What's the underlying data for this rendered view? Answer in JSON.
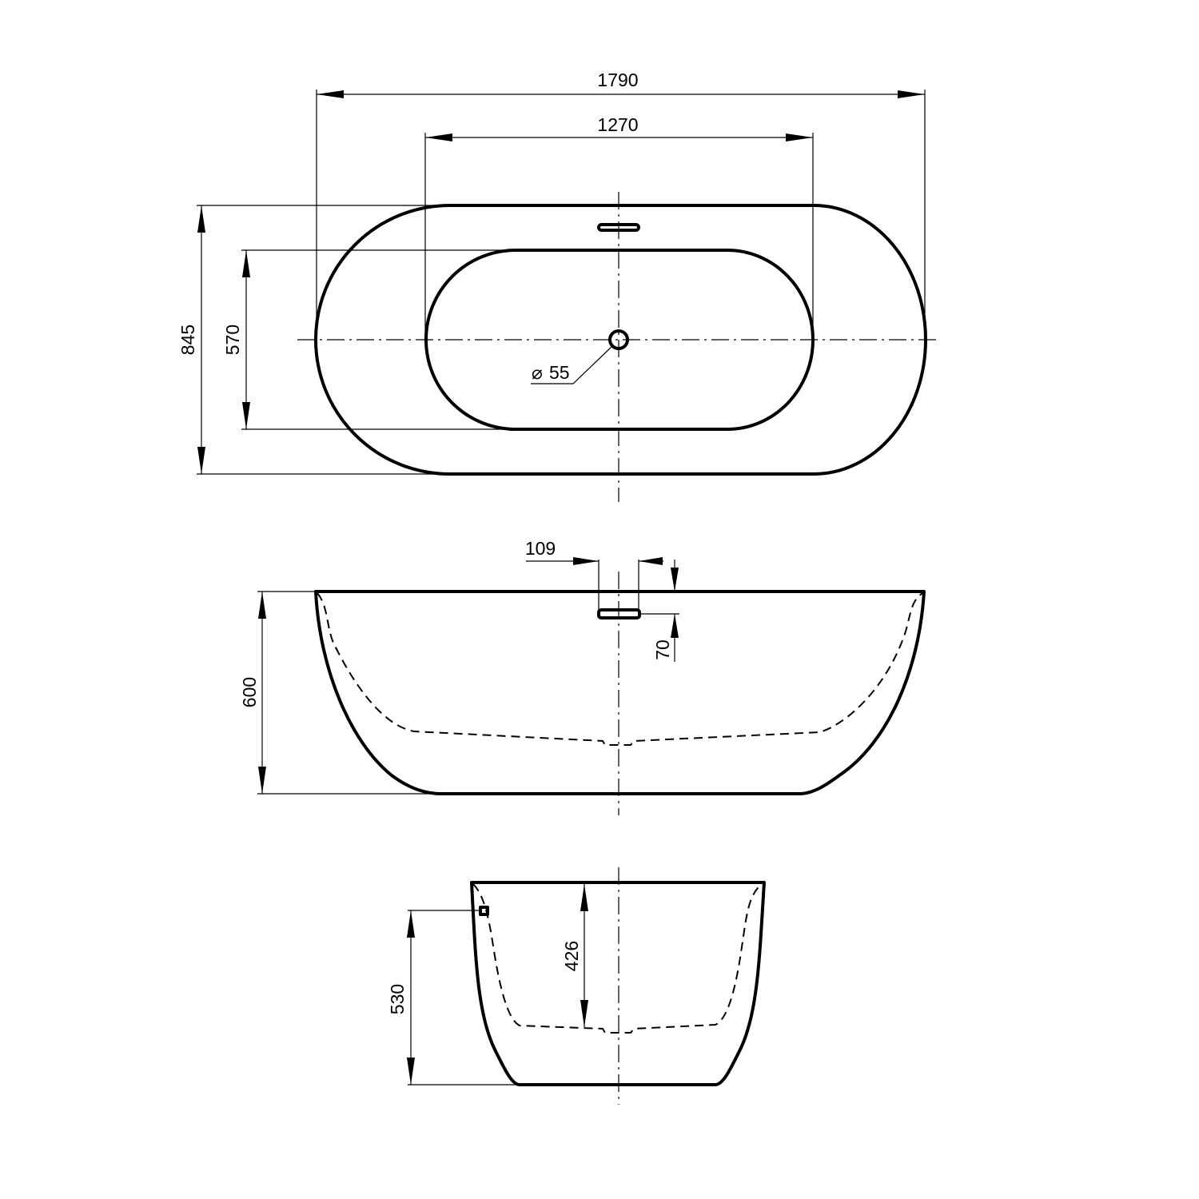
{
  "dimensions": {
    "overall_length": "1790",
    "inner_length": "1270",
    "overall_width": "845",
    "inner_width": "570",
    "drain_diameter": "55",
    "diameter_symbol": "⌀",
    "overflow_width": "109",
    "overflow_drop": "70",
    "overall_height": "600",
    "inner_depth": "426",
    "overflow_height": "530"
  },
  "colors": {
    "line": "#000000",
    "background": "#ffffff"
  }
}
